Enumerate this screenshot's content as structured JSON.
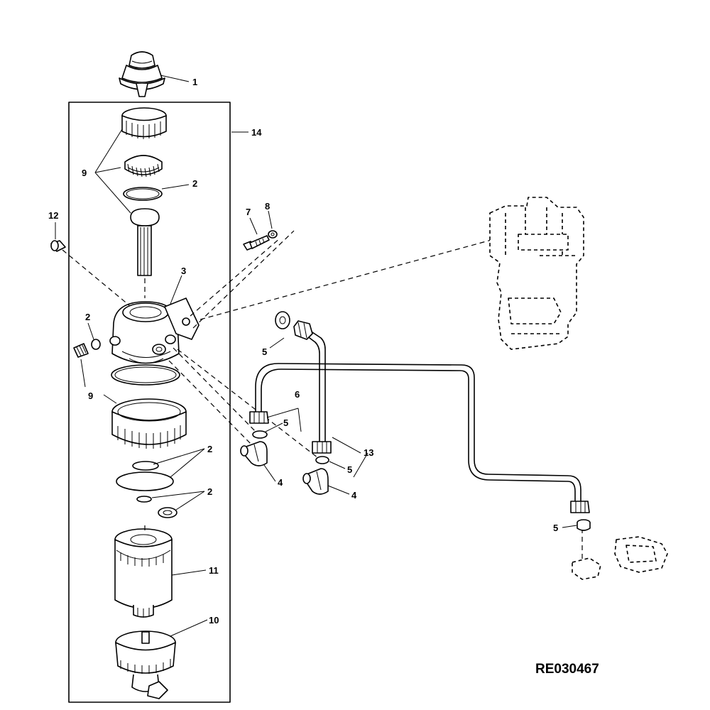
{
  "diagram": {
    "reference_code": "RE030467",
    "callouts": {
      "c1": "1",
      "c14": "14",
      "c9_top": "9",
      "c2_top": "2",
      "c12": "12",
      "c7": "7",
      "c8": "8",
      "c3": "3",
      "c2_left": "2",
      "c9_left": "9",
      "c5_top": "5",
      "c6": "6",
      "c5_mid": "5",
      "c13": "13",
      "c5_low": "5",
      "c2_a": "2",
      "c2_b": "2",
      "c4_left": "4",
      "c4_right": "4",
      "c5_right": "5",
      "c11": "11",
      "c10": "10"
    }
  }
}
